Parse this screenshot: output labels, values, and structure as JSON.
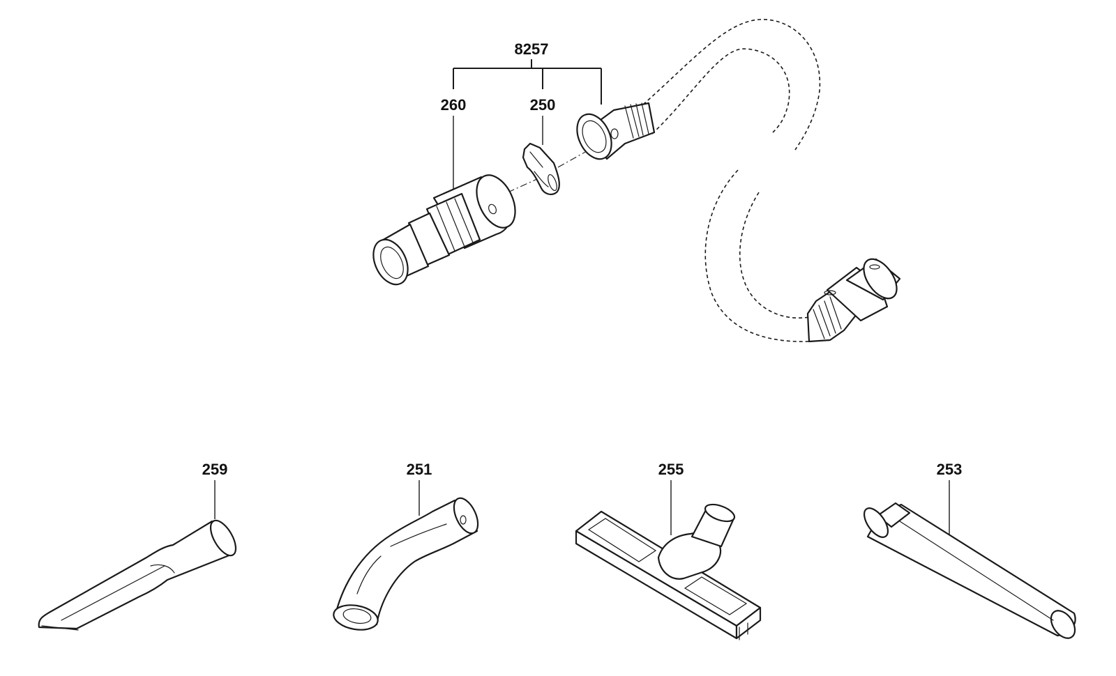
{
  "diagram": {
    "callouts": {
      "assembly": "8257",
      "adapter": "260",
      "clip": "250",
      "crevice_nozzle": "259",
      "elbow": "251",
      "floor_nozzle": "255",
      "extension_tube": "253"
    }
  },
  "colors": {
    "line": "#1a1a1a",
    "background": "#ffffff"
  }
}
